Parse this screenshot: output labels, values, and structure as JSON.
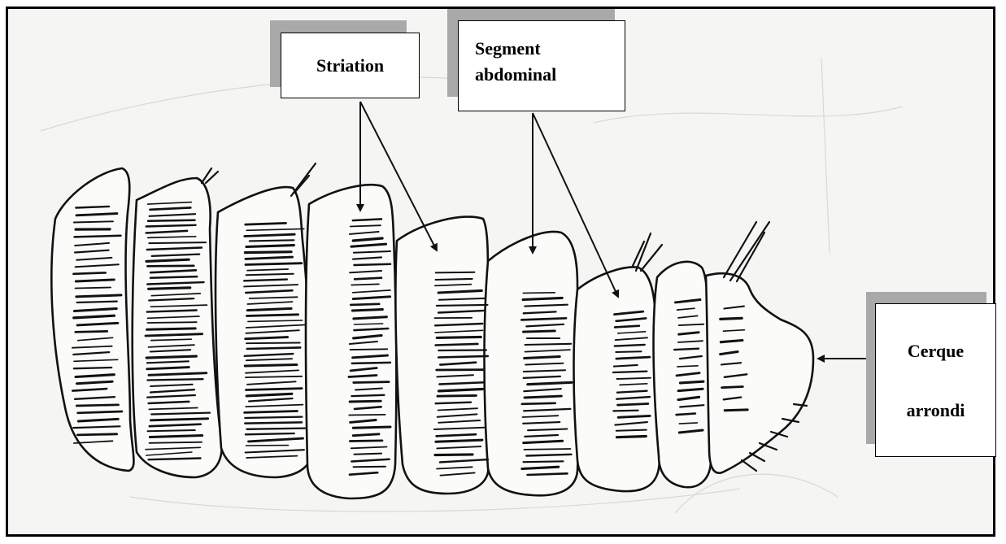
{
  "figure": {
    "labels": {
      "striation": "Striation",
      "segment_line1": "Segment",
      "segment_line2": "abdominal",
      "cerque_line1": "Cerque",
      "cerque_line2": "arrondi"
    },
    "colors": {
      "frame_border": "#000000",
      "paper": "#f5f5f4",
      "callout_shadow": "#a9a9a9",
      "ink": "#111111"
    },
    "segment_count": 9
  }
}
